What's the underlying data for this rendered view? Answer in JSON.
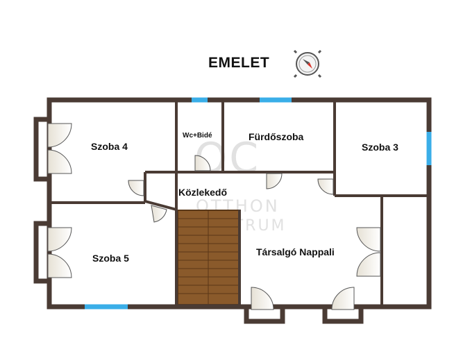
{
  "header": {
    "floor_label": "EMELET",
    "compass_icon": "compass-icon"
  },
  "rooms": {
    "szoba4": "Szoba 4",
    "wc": "Wc+Bidé",
    "furdo": "Fürdőszoba",
    "szoba3": "Szoba 3",
    "kozlekedo": "Közlekedő",
    "szoba5": "Szoba 5",
    "nappali": "Társalgó Nappali"
  },
  "watermark": {
    "logo_letters": "OC",
    "line1": "OTTHON",
    "line2": "CENTRUM"
  },
  "colors": {
    "wall": "#4a3b34",
    "window": "#3aaee8",
    "stairs": "#8a5a2b",
    "watermark": "#c9c9c9"
  }
}
